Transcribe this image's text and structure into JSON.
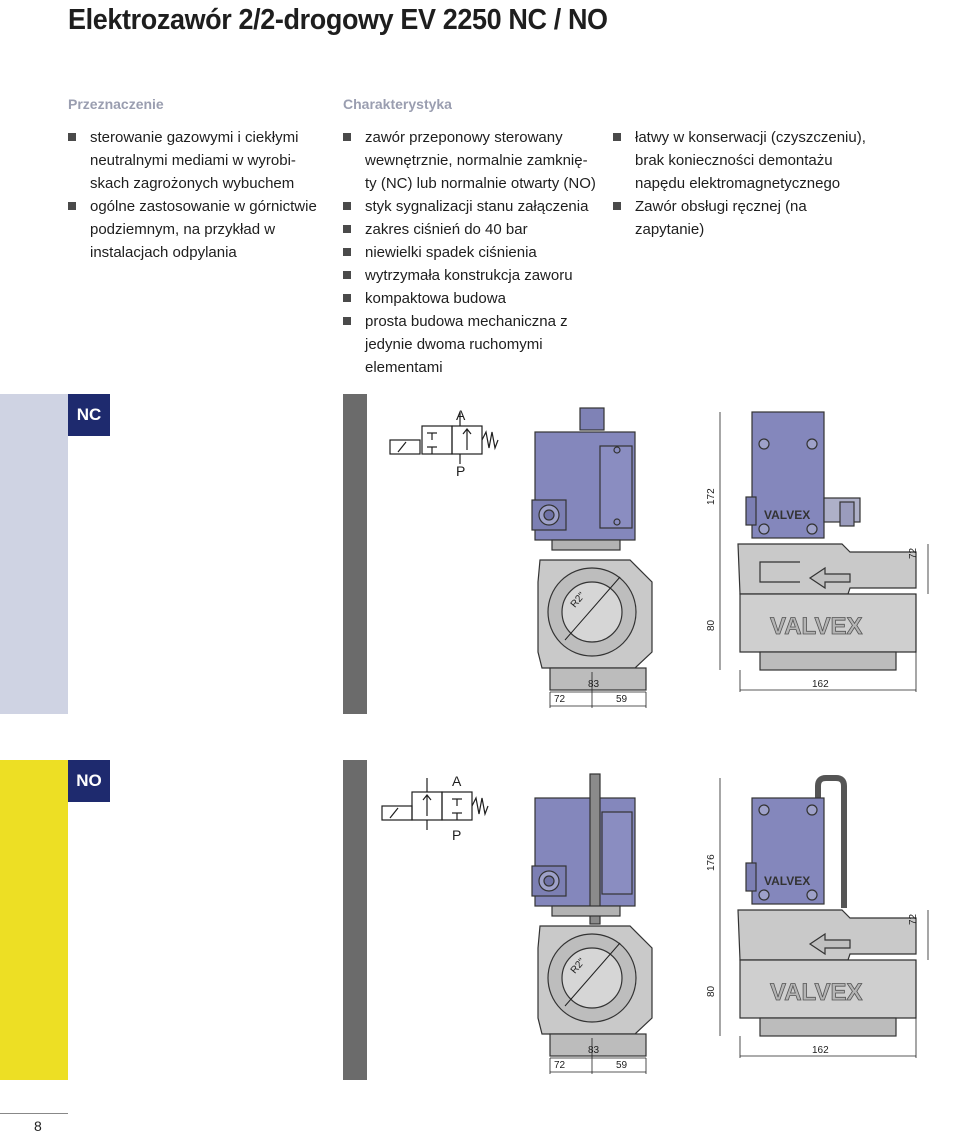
{
  "title": "Elektrozawór 2/2-drogowy EV 2250 NC / NO",
  "headings": {
    "purpose": "Przeznaczenie",
    "features": "Charakterystyka"
  },
  "purpose_items": [
    "sterowanie gazowymi i ciekłymi neutralnymi mediami w wyrobi-skach zagrożonych wybuchem",
    "ogólne zastosowanie w górnictwie podziemnym, na przykład w instalacjach odpylania"
  ],
  "feature_items_1": [
    "zawór przeponowy sterowany wewnętrznie, normalnie zamknię-ty (NC) lub normalnie otwarty (NO)",
    "styk sygnalizacji stanu załączenia",
    "zakres ciśnień do 40 bar",
    "niewielki spadek ciśnienia",
    "wytrzymała konstrukcja zaworu",
    "kompaktowa budowa",
    "prosta budowa mechaniczna z jedynie dwoma ruchomymi elementami"
  ],
  "feature_items_2": [
    "łatwy w konserwacji (czyszczeniu), brak konieczności demontażu napędu elektromagnetycznego",
    "Zawór obsługi ręcznej (na zapytanie)"
  ],
  "colors": {
    "nc_band": "#cfd3e3",
    "no_band": "#eddf24",
    "tag_bg": "#1e2a6e",
    "divider": "#6b6b6b"
  },
  "nc": {
    "tag": "NC",
    "port_a": "A",
    "port_p": "P",
    "thread": "R2\"",
    "brand": "VALVEX",
    "dims": {
      "height_total": "172",
      "height_top": "72",
      "height_body": "80",
      "width_83": "83",
      "width_72": "72",
      "width_59": "59",
      "length": "162"
    }
  },
  "no": {
    "tag": "NO",
    "port_a": "A",
    "port_p": "P",
    "thread": "R2\"",
    "brand": "VALVEX",
    "dims": {
      "height_total": "176",
      "height_top": "72",
      "height_body": "80",
      "width_83": "83",
      "width_72": "72",
      "width_59": "59",
      "length": "162"
    }
  },
  "page_number": "8"
}
